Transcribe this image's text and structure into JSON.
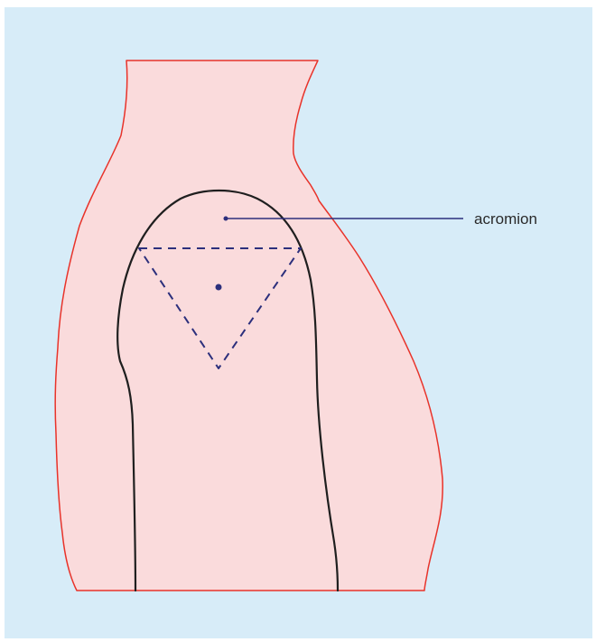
{
  "diagram": {
    "labels": {
      "acromion": "acromion"
    },
    "colors": {
      "background": "#d7ecf8",
      "body_fill": "#fadbdc",
      "body_outline": "#e8332a",
      "arm_outline": "#1f1f1f",
      "marker": "#2c2f7c"
    },
    "icons": [
      "dashed-triangle",
      "point-marker",
      "leader-line"
    ]
  }
}
